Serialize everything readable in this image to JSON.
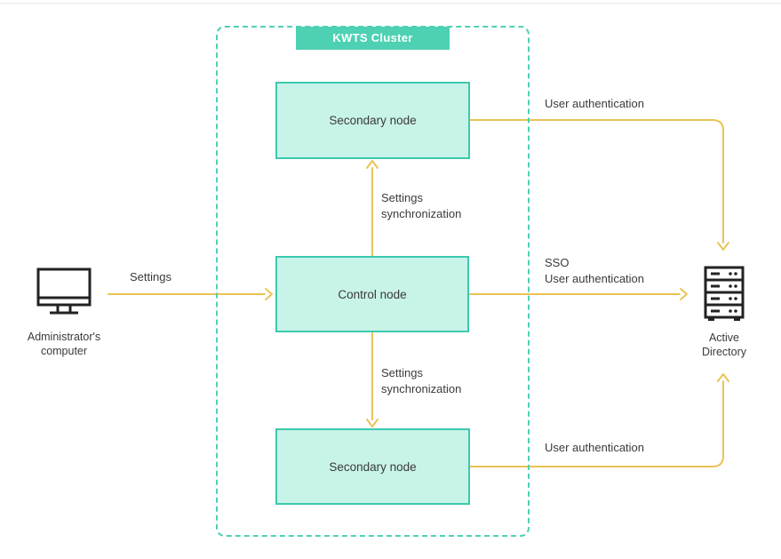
{
  "diagram": {
    "cluster": {
      "label": "KWTS Cluster"
    },
    "nodes": {
      "secondary_top": {
        "label": "Secondary node"
      },
      "control": {
        "label": "Control node"
      },
      "secondary_bottom": {
        "label": "Secondary node"
      }
    },
    "external": {
      "admin_computer": {
        "line1": "Administrator's",
        "line2": "computer"
      },
      "active_directory": {
        "line1": "Active",
        "line2": "Directory"
      }
    },
    "edges": {
      "settings": {
        "label": "Settings"
      },
      "sync_top": {
        "line1": "Settings",
        "line2": "synchronization"
      },
      "sync_bottom": {
        "line1": "Settings",
        "line2": "synchronization"
      },
      "sso": {
        "line1": "SSO",
        "line2": "User authentication"
      },
      "auth_top": {
        "label": "User authentication"
      },
      "auth_bottom": {
        "label": "User authentication"
      }
    },
    "colors": {
      "teal_solid": "#4dd1b2",
      "node_fill": "#c8f3e9",
      "node_border": "#3cc9ae",
      "cluster_dashed_border": "#4fd0b5",
      "arrow": "#eac355",
      "text": "#3a3a3a",
      "icon_stroke": "#222222",
      "top_divider": "#e8e8e8"
    }
  }
}
